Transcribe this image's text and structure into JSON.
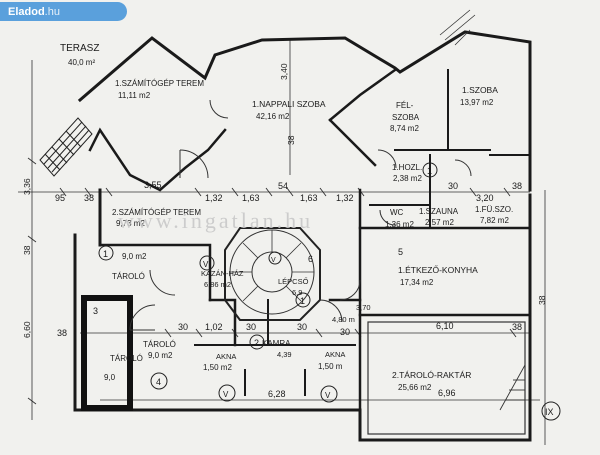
{
  "badge": {
    "brand": "Eladod",
    "tld": ".hu",
    "bg": "#5aa0dc"
  },
  "watermark": "www.ingatlan.hu",
  "rooms": {
    "terasz": {
      "name": "TERASZ",
      "area": "40,0 m²"
    },
    "szamitogep1": {
      "name": "1.SZÁMÍTÓGÉP TEREM",
      "area": "11,11 m2"
    },
    "nappali": {
      "name": "1.NAPPALI SZOBA",
      "area": "42,16 m2"
    },
    "felszoba_a": "FÉL-",
    "felszoba_b": "SZOBA",
    "felszoba_area": "8,74 m2",
    "szoba": {
      "name": "1.SZOBA",
      "area": "13,97 m2"
    },
    "hozl": {
      "name": "1.HOZL.",
      "area": "2,38 m2"
    },
    "szamitogep2": {
      "name": "2.SZÁMÍTÓGÉP TEREM",
      "area": "9,73 m2"
    },
    "wc": {
      "name": "WC",
      "area": "1,36 m2"
    },
    "szauna": {
      "name": "1.SZAUNA",
      "area": "2,57 m2"
    },
    "furdo": {
      "name": "1.FÜ.SZO.",
      "area": "7,82 m2"
    },
    "tarolo1": {
      "name": "TÁROLÓ",
      "area": "9,0 m2"
    },
    "kazan": {
      "name": "KAZÁN-HÁZ",
      "area": "6,86 m2"
    },
    "lepcso": {
      "name": "LÉPCSŐ",
      "area": "6,9"
    },
    "etkezo": {
      "name": "1.ÉTKEZŐ-KONYHA",
      "area": "17,34 m2"
    },
    "tarolo2": {
      "name": "TÁROLÓ",
      "area": "9,0 m2"
    },
    "tarolo3": {
      "name": "TÁROLÓ",
      "area": "9,0"
    },
    "kamra": {
      "name": "KAMRA",
      "area": "4,39"
    },
    "akna1": {
      "name": "AKNA",
      "area": "1,50 m2"
    },
    "akna2": {
      "name": "AKNA",
      "area": "1,50 m"
    },
    "tarolo_raktar": {
      "name": "2.TÁROLÓ-RAKTÁR",
      "area": "25,66 m2"
    },
    "hall": {
      "area": "4,80 m"
    }
  },
  "dims": {
    "d340": "3,40",
    "d38a": "38",
    "d336": "3,36",
    "d95": "95",
    "d38b": "38",
    "d355": "3,55",
    "d132a": "1,32",
    "d163a": "1,63",
    "d54": "54",
    "d163b": "1,63",
    "d132b": "1,32",
    "d30a": "30",
    "d320": "3,20",
    "d38c": "38",
    "d38d": "38",
    "d660": "6,60",
    "d38e": "38",
    "d30b": "30",
    "d102": "1,02",
    "d30c": "30",
    "d30d": "30",
    "d30e": "30",
    "d610": "6,10",
    "d38f": "38",
    "d628": "6,28",
    "d696": "6,96",
    "d38g": "38",
    "d370": "3,70"
  },
  "labels": {
    "n1a": "1",
    "n1b": "1",
    "n1c": "1",
    "n2": "2",
    "n3": "3",
    "n4": "4",
    "n5": "5",
    "n6": "6",
    "v1": "V",
    "v2": "V",
    "v3": "V",
    "v4": "V",
    "ix": "IX"
  }
}
